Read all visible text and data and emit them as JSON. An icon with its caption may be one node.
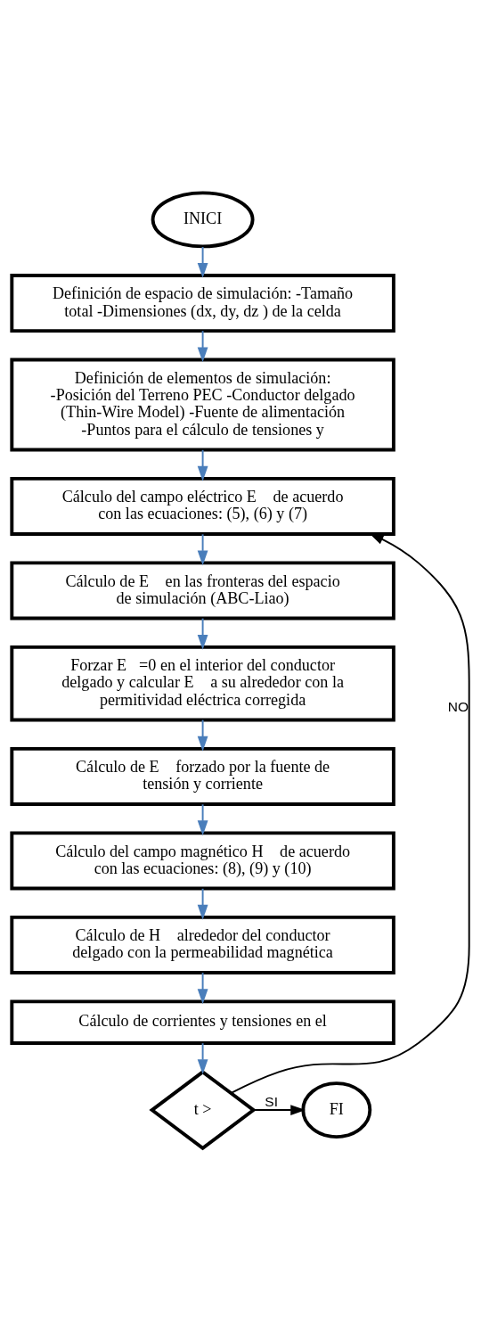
{
  "diagram": {
    "nodes": [
      {
        "text": [
          "INICI"
        ]
      },
      {
        "text": [
          "Definición de espacio de simulación: -Tamaño total -Dimensiones (dx, dy, dz ) de la celda"
        ]
      },
      {
        "text": [
          "Definición de elementos de simulación: -Posición del Terreno PEC -Conductor delgado (Thin-Wire Model) -Fuente de alimentación -Puntos para el cálculo de tensiones y"
        ]
      },
      {
        "text": [
          "Cálculo del campo eléctrico E⃗ de acuerdo con las ecuaciones: (5), (6) y (7)"
        ]
      },
      {
        "text": [
          "Cálculo de E⃗ en las fronteras del espacio de simulación (ABC-Liao)"
        ]
      },
      {
        "text": [
          "Forzar E⃗=0 en el interior del conductor delgado y calcular E⃗ a su alrededor con la permitividad eléctrica corregida"
        ]
      },
      {
        "text": [
          "Cálculo de E⃗ forzado por la fuente de tensión y corriente"
        ]
      },
      {
        "text": [
          "Cálculo del campo magnético H⃗ de acuerdo con las ecuaciones: (8), (9) y (10)"
        ]
      },
      {
        "text": [
          "Cálculo de H⃗ alrededor del conductor delgado con la permeabilidad magnética"
        ]
      },
      {
        "text": [
          "Cálculo de corrientes y tensiones en el"
        ]
      },
      {
        "text": [
          "t >"
        ]
      },
      {
        "text": [
          "FI"
        ]
      }
    ],
    "edges": [
      {
        "from": 0,
        "to": 1,
        "arrow": "to"
      },
      {
        "from": 1,
        "to": 2,
        "arrow": "to"
      },
      {
        "from": 2,
        "to": 3,
        "arrow": "to"
      },
      {
        "from": 3,
        "to": 4,
        "arrow": "to"
      },
      {
        "from": 4,
        "to": 5,
        "arrow": "to"
      },
      {
        "from": 5,
        "to": 6,
        "arrow": "to"
      },
      {
        "from": 6,
        "to": 7,
        "arrow": "to"
      },
      {
        "from": 7,
        "to": 8,
        "arrow": "to"
      },
      {
        "from": 8,
        "to": 9,
        "arrow": "to"
      },
      {
        "from": 9,
        "to": 10,
        "arrow": "to"
      },
      {
        "from": 10,
        "to": 3,
        "arrow": "to",
        "label": "NO",
        "color": "#000000"
      },
      {
        "from": 10,
        "to": 11,
        "arrow": "to",
        "label": "SI",
        "color": "#000000"
      }
    ]
  }
}
